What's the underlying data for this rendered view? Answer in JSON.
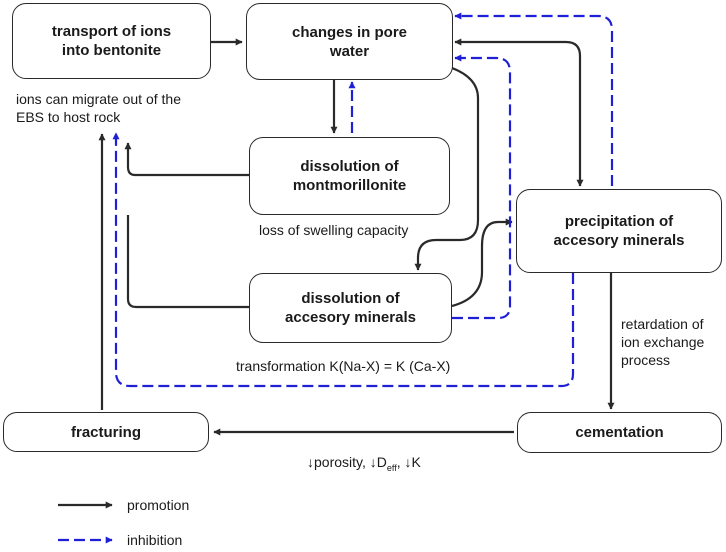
{
  "nodes": {
    "transport": "transport of ions\ninto bentonite",
    "pore_water": "changes in pore\nwater",
    "dissolution_mont": "dissolution of\nmontmorillonite",
    "precipitation": "precipitation of\naccesory minerals",
    "dissolution_acc": "dissolution of\naccesory minerals",
    "fracturing": "fracturing",
    "cementation": "cementation"
  },
  "annotations": {
    "migrate": "ions can migrate out of the\nEBS to host rock",
    "swelling": "loss of swelling capacity",
    "transformation": "transformation K(Na-X) = K (Ca-X)",
    "retardation": "retardation of\nion exchange\nprocess",
    "porosity_prefix": "↓porosity, ↓D",
    "porosity_sub": "eff",
    "porosity_suffix": ", ↓K"
  },
  "legend": {
    "promotion": "promotion",
    "inhibition": "inhibition"
  },
  "colors": {
    "promotion": "#2a2a2a",
    "inhibition": "#1f1fd6"
  }
}
